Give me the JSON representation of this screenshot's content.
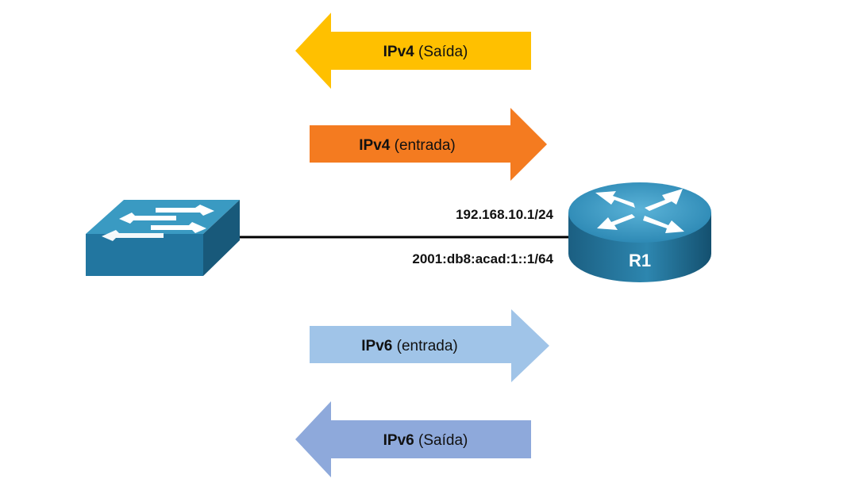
{
  "colors": {
    "ipv4_out": "#FFC000",
    "ipv4_in": "#F47B20",
    "ipv6_in": "#A0C4E8",
    "ipv6_out": "#8EA9DB",
    "device_top": "#3A9AC2",
    "device_front": "#1F6E94",
    "link": "#000000"
  },
  "arrows": [
    {
      "direction": "left",
      "proto": "IPv4",
      "label": "(Saída)"
    },
    {
      "direction": "right",
      "proto": "IPv4",
      "label": "(entrada)"
    },
    {
      "direction": "right",
      "proto": "IPv6",
      "label": "(entrada)"
    },
    {
      "direction": "left",
      "proto": "IPv6",
      "label": "(Saída)"
    }
  ],
  "interface": {
    "ipv4": "192.168.10.1/24",
    "ipv6": "2001:db8:acad:1::1/64"
  },
  "router": {
    "name": "R1",
    "icon": "router-icon"
  },
  "switch": {
    "icon": "switch-icon"
  }
}
